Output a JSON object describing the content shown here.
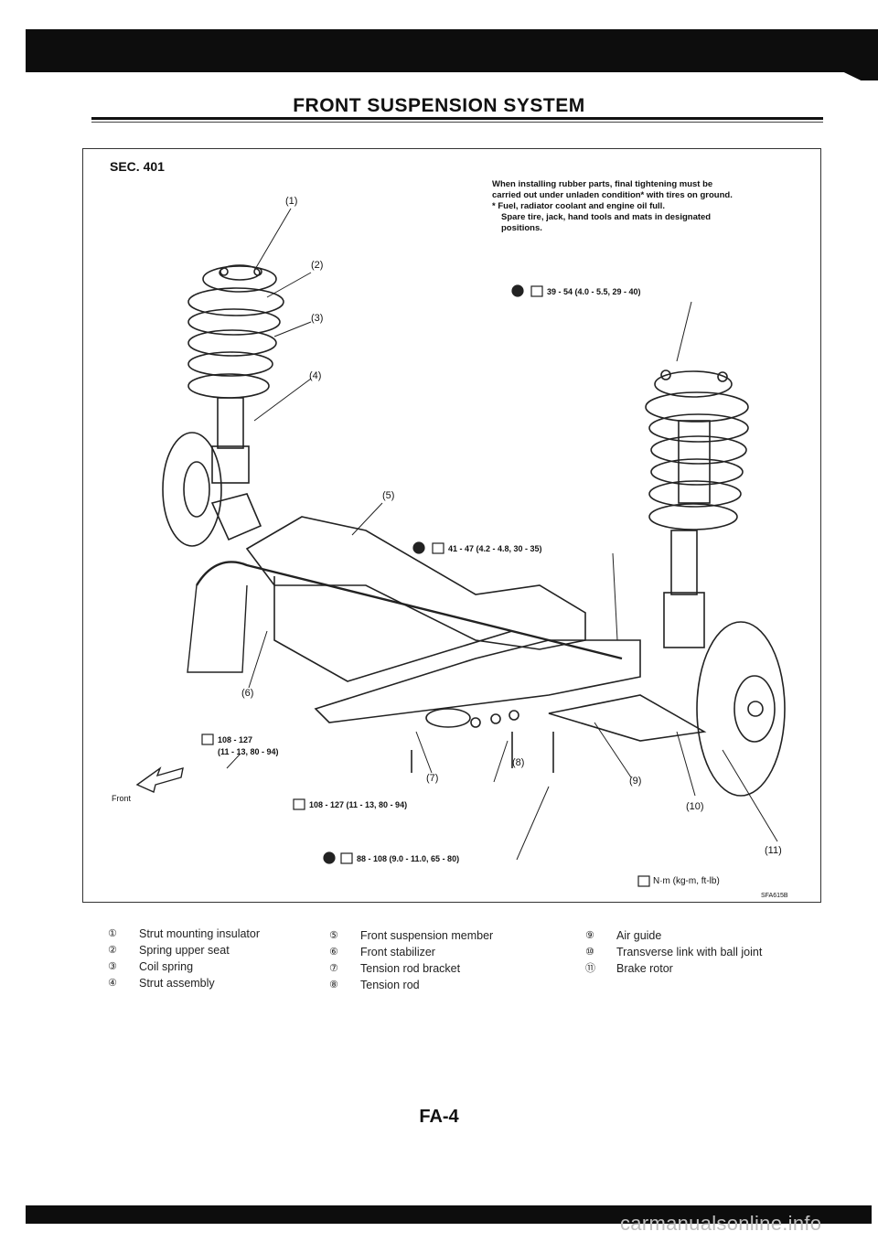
{
  "page": {
    "title": "FRONT SUSPENSION SYSTEM",
    "page_number": "FA-4",
    "watermark": "carmanualsonline.info"
  },
  "figure": {
    "section": "SEC. 401",
    "figure_id": "SFA615B",
    "front_label": "Front",
    "note_lines": [
      "When installing rubber parts, final tightening must be",
      "carried out under unladen condition* with tires on ground.",
      "* Fuel, radiator coolant and engine oil full.",
      "Spare tire, jack, hand tools and mats in designated",
      "positions."
    ],
    "torques": {
      "t1": "39 - 54 (4.0 - 5.5, 29 - 40)",
      "t2": "41 - 47 (4.2 - 4.8, 30 - 35)",
      "t3_line1": "108 - 127",
      "t3_line2": "(11 - 13, 80 - 94)",
      "t4": "108 - 127 (11 - 13, 80 - 94)",
      "t5": "88 - 108 (9.0 - 11.0, 65 - 80)"
    },
    "unit_legend": "N·m (kg-m, ft-lb)",
    "callouts": [
      "1",
      "2",
      "3",
      "4",
      "5",
      "6",
      "7",
      "8",
      "9",
      "10",
      "11"
    ]
  },
  "parts": {
    "col1": [
      {
        "num": "①",
        "name": "Strut mounting insulator"
      },
      {
        "num": "②",
        "name": "Spring upper seat"
      },
      {
        "num": "③",
        "name": "Coil spring"
      },
      {
        "num": "④",
        "name": "Strut assembly"
      }
    ],
    "col2": [
      {
        "num": "⑤",
        "name": "Front suspension member"
      },
      {
        "num": "⑥",
        "name": "Front stabilizer"
      },
      {
        "num": "⑦",
        "name": "Tension rod bracket"
      },
      {
        "num": "⑧",
        "name": "Tension rod"
      }
    ],
    "col3": [
      {
        "num": "⑨",
        "name": "Air guide"
      },
      {
        "num": "⑩",
        "name": "Transverse link with ball joint"
      },
      {
        "num": "⑪",
        "name": "Brake rotor"
      }
    ]
  }
}
